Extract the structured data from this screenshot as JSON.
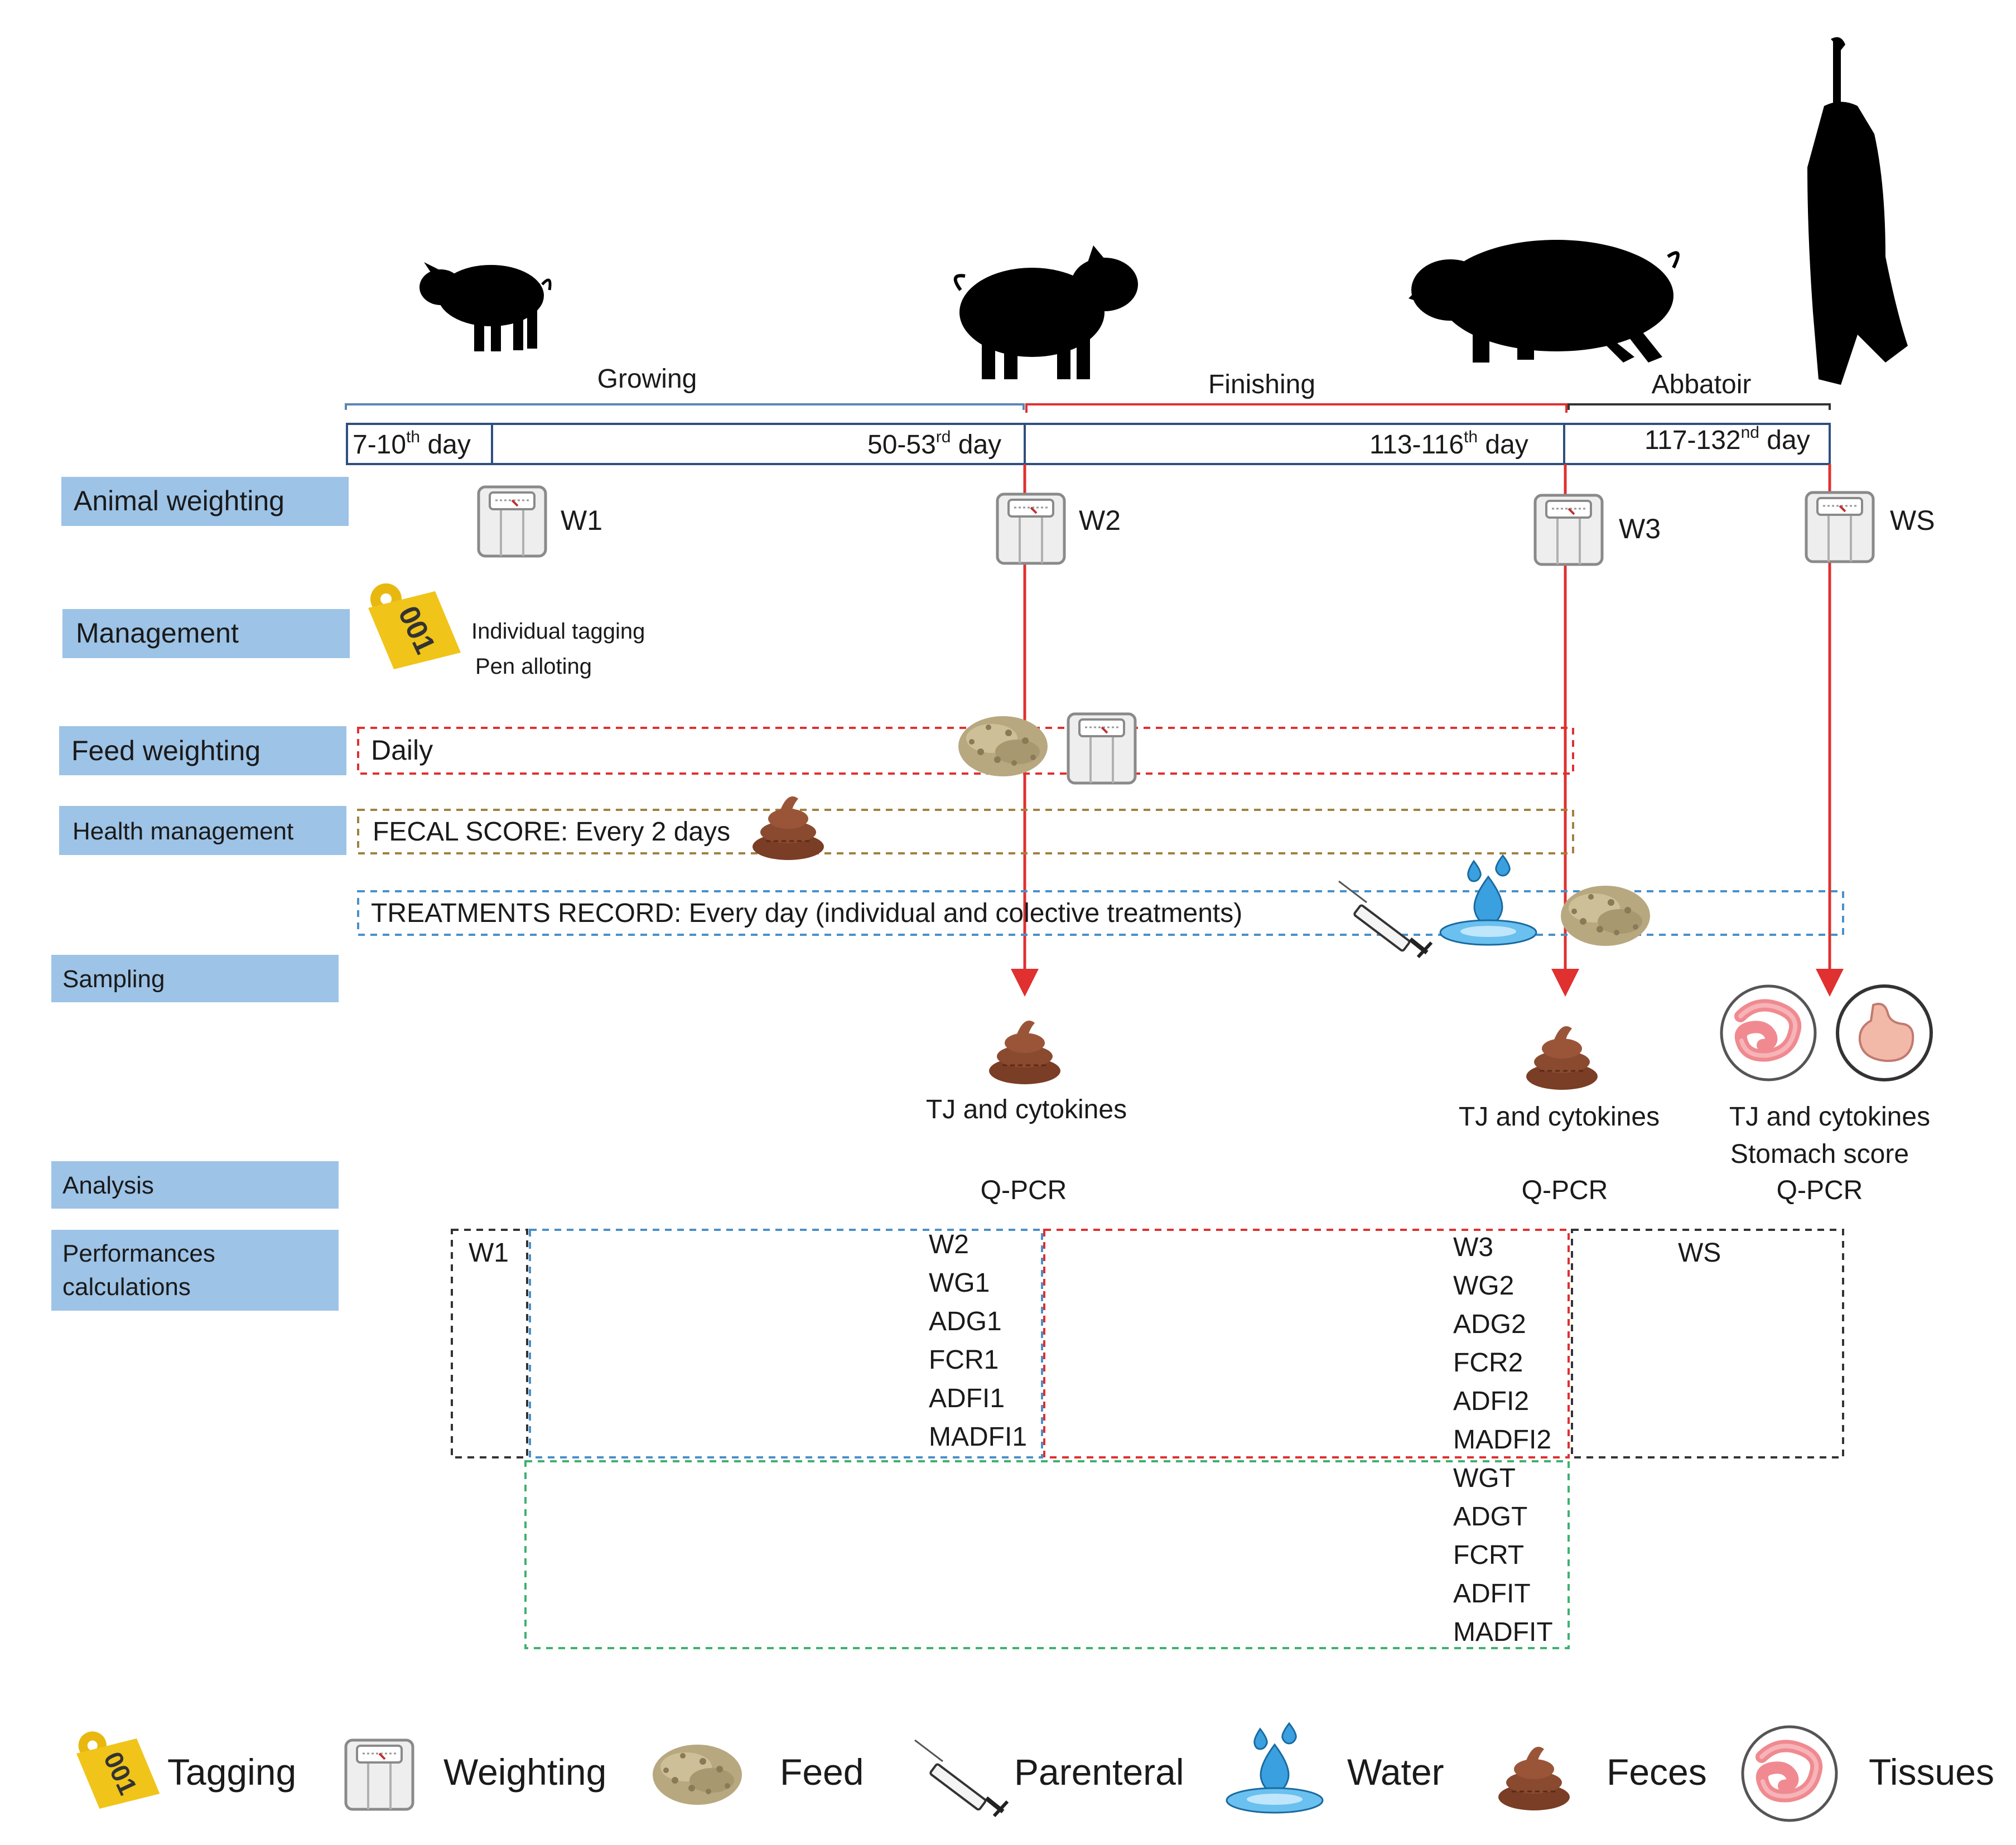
{
  "phases": [
    {
      "label": "Growing",
      "color": "#5b86b8"
    },
    {
      "label": "Finishing",
      "color": "#e03030"
    },
    {
      "label": "Abbatoir",
      "color": "#333333"
    }
  ],
  "days": [
    {
      "base": "7-10",
      "sup": "th",
      "rest": " day"
    },
    {
      "base": "50-53",
      "sup": "rd",
      "rest": " day"
    },
    {
      "base": "113-116",
      "sup": "th",
      "rest": " day"
    },
    {
      "base": "117-132",
      "sup": "nd",
      "rest": " day"
    }
  ],
  "rows": {
    "animal_weighting": "Animal weighting",
    "management": "Management",
    "feed_weighting": "Feed weighting",
    "health_management": "Health management",
    "sampling": "Sampling",
    "analysis": "Analysis",
    "performances_1": "Performances",
    "performances_2": "calculations"
  },
  "weights": [
    "W1",
    "W2",
    "W3",
    "WS"
  ],
  "management_text": [
    "Individual tagging",
    "Pen alloting"
  ],
  "tag_number": "001",
  "feed_text": "Daily",
  "fecal_text": "FECAL SCORE: Every 2 days",
  "treatments_text": "TREATMENTS RECORD: Every day (individual and colective treatments)",
  "sampling_labels": [
    "TJ and cytokines",
    "TJ and cytokines",
    "TJ and cytokines",
    "Stomach score"
  ],
  "analysis_labels": [
    "Q-PCR",
    "Q-PCR",
    "Q-PCR"
  ],
  "perf": {
    "w1": "W1",
    "ws": "WS",
    "group1": [
      "W2",
      "WG1",
      "ADG1",
      "FCR1",
      "ADFI1",
      "MADFI1"
    ],
    "group2": [
      "W3",
      "WG2",
      "ADG2",
      "FCR2",
      "ADFI2",
      "MADFI2"
    ],
    "group3": [
      "WGT",
      "ADGT",
      "FCRT",
      "ADFIT",
      "MADFIT"
    ]
  },
  "legend": [
    "Tagging",
    "Weighting",
    "Feed",
    "Parenteral",
    "Water",
    "Feces",
    "Tissues"
  ],
  "colors": {
    "row_label_bg": "#9dc3e6",
    "red": "#e03030",
    "blue_dash": "#4a90c8",
    "brown_dash": "#a08040",
    "green_dash": "#40b070",
    "black_dash": "#333333",
    "feces": "#8a4a30",
    "tag": "#f0c419"
  }
}
